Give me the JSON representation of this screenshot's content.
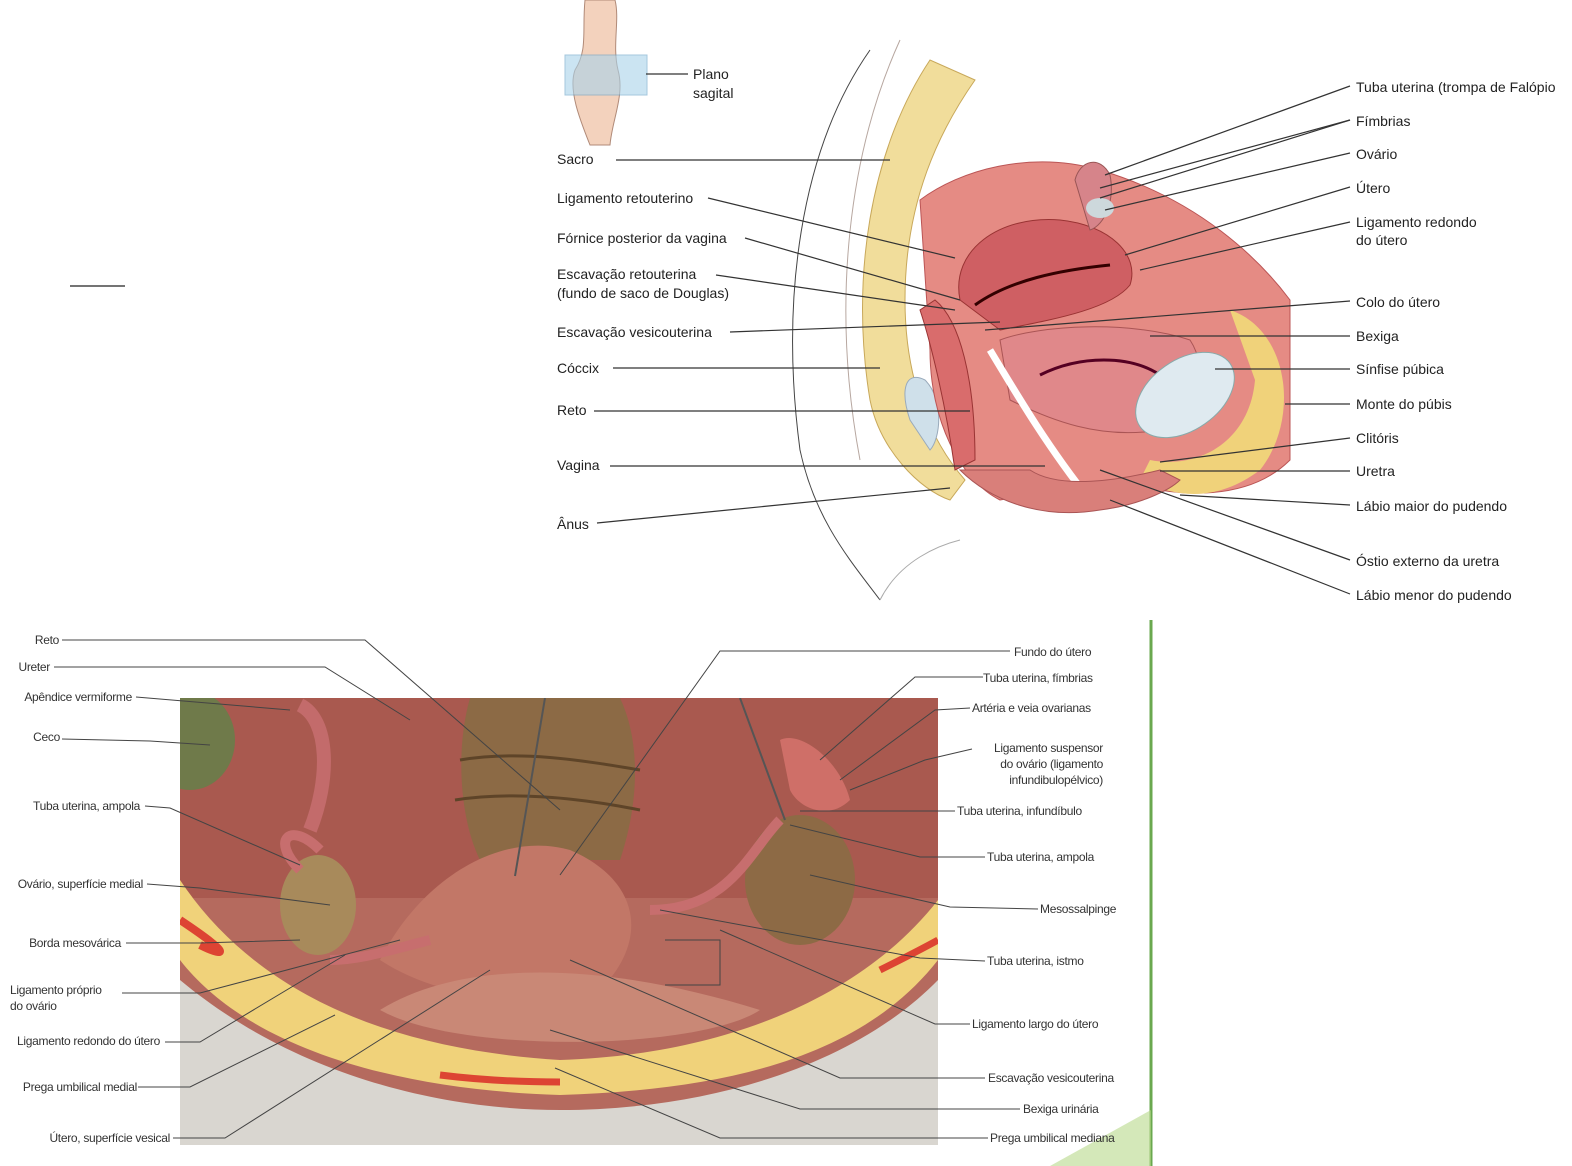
{
  "top_figure": {
    "inset_label": [
      "Plano",
      "sagital"
    ],
    "left_labels": [
      [
        "Sacro"
      ],
      [
        "Ligamento retouterino"
      ],
      [
        "Fórnice posterior da vagina"
      ],
      [
        "Escavação retouterina",
        "(fundo de saco de Douglas)"
      ],
      [
        "Escavação vesicouterina"
      ],
      [
        "Cóccix"
      ],
      [
        "Reto"
      ],
      [
        "Vagina"
      ],
      [
        "Ânus"
      ]
    ],
    "right_labels": [
      [
        "Tuba uterina (trompa de Falópio"
      ],
      [
        "Fímbrias"
      ],
      [
        "Ovário"
      ],
      [
        "Útero"
      ],
      [
        "Ligamento redondo",
        "do útero"
      ],
      [
        "Colo do útero"
      ],
      [
        "Bexiga"
      ],
      [
        "Sínfise púbica"
      ],
      [
        "Monte do púbis"
      ],
      [
        "Clitóris"
      ],
      [
        "Uretra"
      ],
      [
        "Lábio maior do pudendo"
      ],
      [
        "Óstio externo da uretra"
      ],
      [
        "Lábio menor do pudendo"
      ]
    ]
  },
  "bottom_figure": {
    "left_labels": [
      [
        "Reto"
      ],
      [
        "Ureter"
      ],
      [
        "Apêndice vermiforme"
      ],
      [
        "Ceco"
      ],
      [
        "Tuba uterina, ampola"
      ],
      [
        "Ovário, superfície medial"
      ],
      [
        "Borda mesovárica"
      ],
      [
        "Ligamento próprio",
        "do ovário"
      ],
      [
        "Ligamento redondo do útero"
      ],
      [
        "Prega umbilical medial"
      ],
      [
        "Útero, superfície vesical"
      ]
    ],
    "right_labels": [
      [
        "Fundo do útero"
      ],
      [
        "Tuba uterina, fímbrias"
      ],
      [
        "Artéria e veia ovarianas"
      ],
      [
        "Ligamento suspensor",
        "do ovário (ligamento",
        "infundibulopélvico)"
      ],
      [
        "Tuba uterina, infundíbulo"
      ],
      [
        "Tuba uterina, ampola"
      ],
      [
        "Mesossalpinge"
      ],
      [
        "Tuba uterina, istmo"
      ],
      [
        "Ligamento largo do útero"
      ],
      [
        "Escavação vesicouterina"
      ],
      [
        "Bexiga urinária"
      ],
      [
        "Prega umbilical mediana"
      ]
    ]
  },
  "colors": {
    "tissue": "#d9776f",
    "muscle": "#c85a5a",
    "fat": "#f0d27a",
    "bone": "#f5edd0",
    "peritoneum": "#b9706a",
    "accent": "#6aa84f"
  }
}
